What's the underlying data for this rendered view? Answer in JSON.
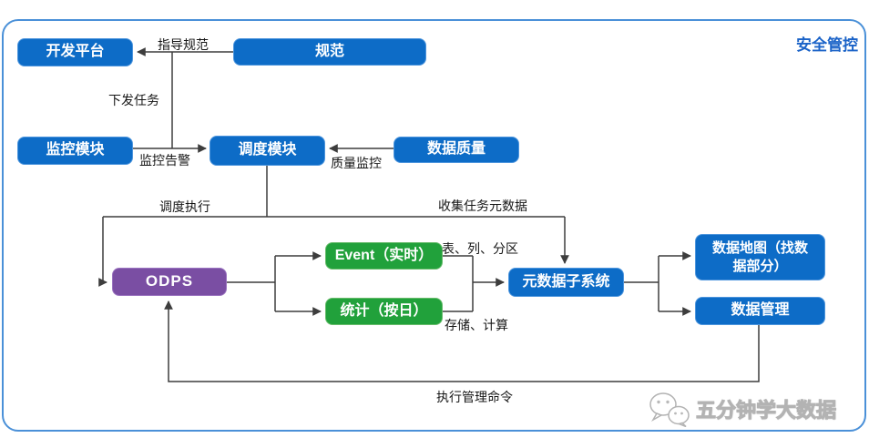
{
  "frame": {
    "corner_label": "安全管控"
  },
  "nodes": {
    "dev_platform": {
      "label": "开发平台"
    },
    "spec": {
      "label": "规范"
    },
    "monitor": {
      "label": "监控模块"
    },
    "scheduler": {
      "label": "调度模块"
    },
    "data_quality": {
      "label": "数据质量"
    },
    "odps": {
      "label": "ODPS"
    },
    "event_realtime": {
      "label": "Event（实时）"
    },
    "stats_daily": {
      "label": "统计（按日）"
    },
    "metadata_subsystem": {
      "label": "元数据子系统"
    },
    "data_map": {
      "label": "数据地图（找数\n据部分）"
    },
    "data_mgmt": {
      "label": "数据管理"
    }
  },
  "edge_labels": {
    "guide_spec": "指导规范",
    "dispatch_tasks": "下发任务",
    "monitor_alert": "监控告警",
    "quality_monitor": "质量监控",
    "schedule_exec": "调度执行",
    "collect_task_metadata": "收集任务元数据",
    "table_column_partition": "表、列、分区",
    "storage_compute": "存储、计算",
    "exec_mgmt_command": "执行管理命令"
  },
  "watermark": {
    "text": "五分钟学大数据"
  },
  "colors": {
    "node_blue": "#0d6cc7",
    "node_green": "#21a13b",
    "node_purple": "#7a4ea3",
    "frame_border": "#4a90d8",
    "connector": "#3d3d3d",
    "corner_label": "#1b63c8"
  }
}
